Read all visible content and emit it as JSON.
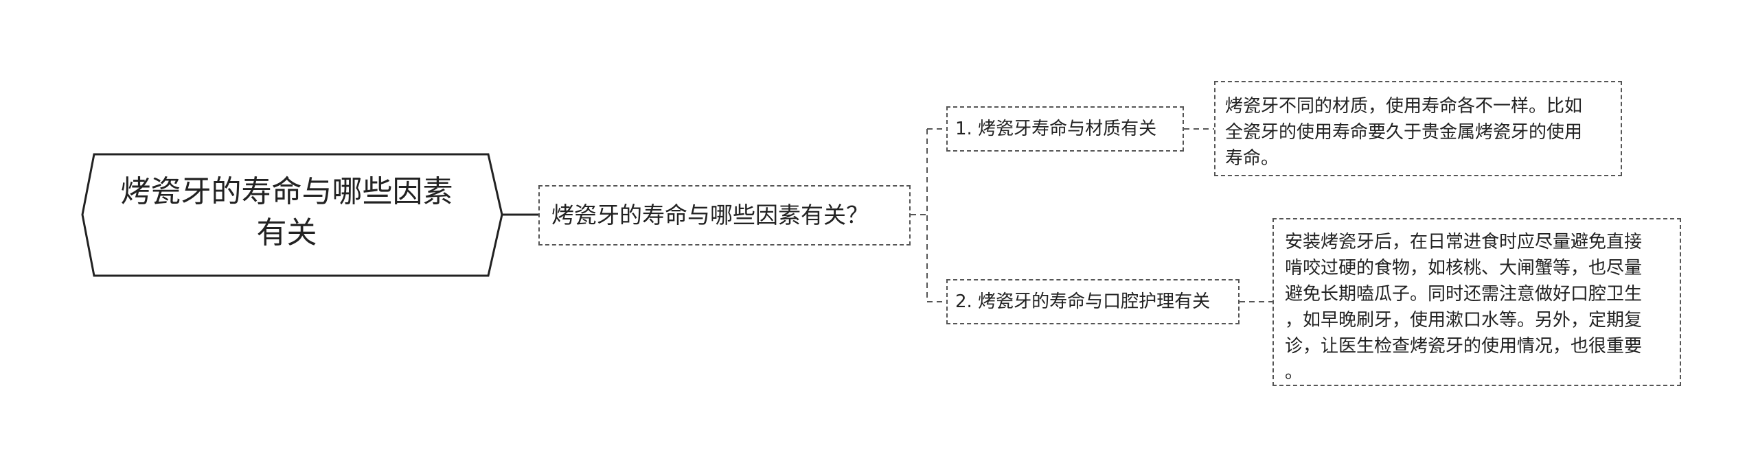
{
  "root": {
    "line1": "烤瓷牙的寿命与哪些因素",
    "line2": "有关"
  },
  "question": "烤瓷牙的寿命与哪些因素有关？",
  "branches": [
    {
      "title": "1. 烤瓷牙寿命与材质有关",
      "detail_lines": [
        "烤瓷牙不同的材质，使用寿命各不一样。比如",
        "全瓷牙的使用寿命要久于贵金属烤瓷牙的使用",
        "寿命。"
      ]
    },
    {
      "title": "2. 烤瓷牙的寿命与口腔护理有关",
      "detail_lines": [
        "安装烤瓷牙后，在日常进食时应尽量避免直接",
        "啃咬过硬的食物，如核桃、大闸蟹等，也尽量",
        "避免长期嗑瓜子。同时还需注意做好口腔卫生",
        "，如早晚刷牙，使用漱口水等。另外，定期复",
        "诊，让医生检查烤瓷牙的使用情况，也很重要",
        "。"
      ]
    }
  ]
}
